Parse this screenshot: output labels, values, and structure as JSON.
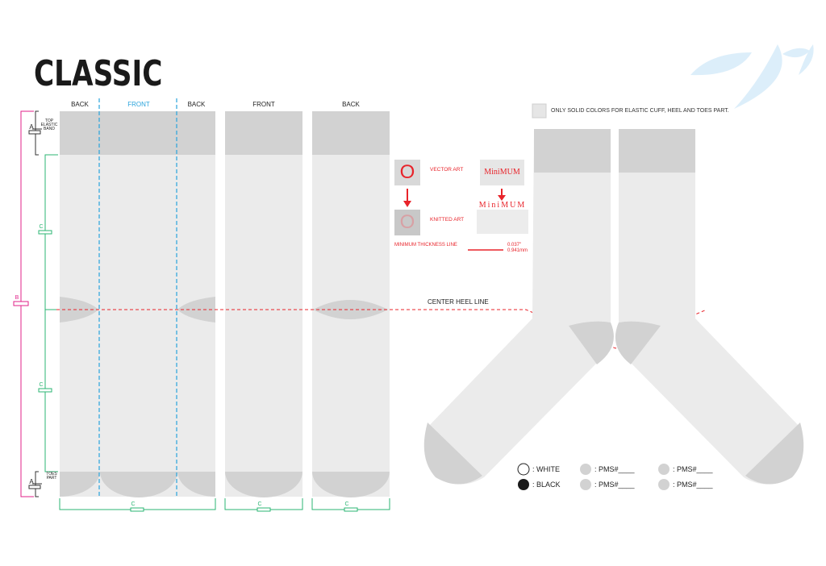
{
  "title": "CLASSIC",
  "columns": {
    "flat1": {
      "left": "BACK",
      "center": "FRONT",
      "right": "BACK"
    },
    "flat2": "FRONT",
    "flat3": "BACK"
  },
  "dims": {
    "a": "A",
    "b": "B",
    "c": "C",
    "top_band": [
      "TOP",
      "ELASTIC",
      "BAND"
    ],
    "toes_part": [
      "TOES",
      "PART"
    ]
  },
  "art": {
    "vector_label": "VECTOR ART",
    "knitted_label": "KNITTED ART",
    "o_char": "O",
    "minimum_text": "MiniMUM",
    "minimum_spaced": "MiniMUM",
    "thickness_label": "MINIMUM THICKNESS LINE",
    "thickness_in": "0.037\"",
    "thickness_mm": "0.941mm"
  },
  "note": "ONLY SOLID COLORS FOR ELASTIC CUFF, HEEL AND TOES PART.",
  "center_heel_line": "CENTER HEEL LINE",
  "legend": {
    "white": ": WHITE",
    "black": ": BLACK",
    "pms": [
      ": PMS#____",
      ": PMS#____",
      ": PMS#____",
      ": PMS#____"
    ]
  },
  "colors": {
    "sock_body": "#ebebeb",
    "sock_panel": "#d2d2d2",
    "guide_blue": "#29a3dc",
    "guide_green": "#2bb673",
    "guide_pink": "#e0218a",
    "accent_red": "#e8232a",
    "leaf": "#dceefa"
  }
}
